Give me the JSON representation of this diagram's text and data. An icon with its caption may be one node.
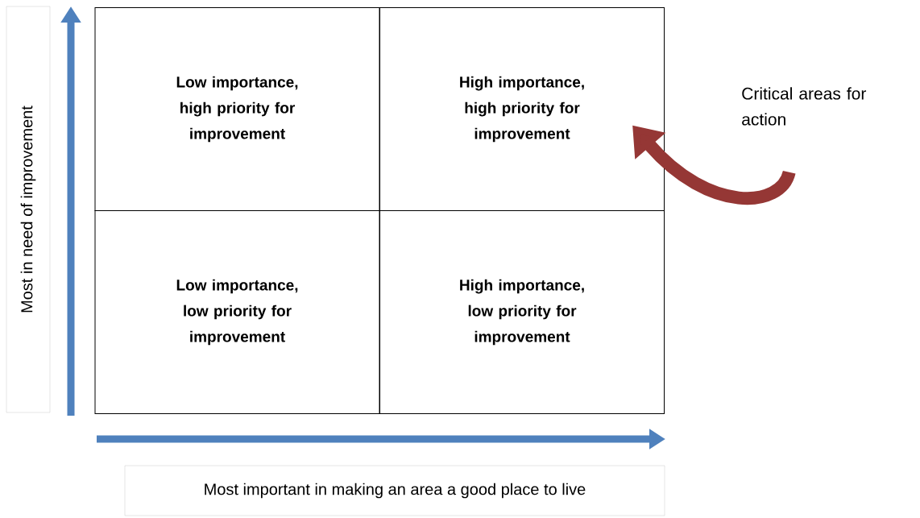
{
  "diagram": {
    "nodes": [
      {
        "text": [
          "Low importance, high priority for improvement"
        ]
      },
      {
        "text": [
          "High importance, high priority for improvement"
        ]
      },
      {
        "text": [
          "Low importance, low priority for improvement"
        ]
      },
      {
        "text": [
          "High importance, low priority for improvement"
        ]
      },
      {
        "text": [
          "Critical areas for action"
        ]
      },
      {
        "text": [
          "Most in need of improvement"
        ]
      },
      {
        "text": [
          "Most important in making an area a good place to live"
        ]
      }
    ],
    "edges": [
      {
        "from": 4,
        "to": 1,
        "arrow": "to",
        "color": "#953735"
      }
    ]
  }
}
